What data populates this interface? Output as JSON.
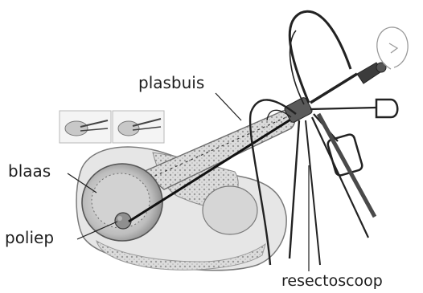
{
  "labels": {
    "plasbuis": "plasbuis",
    "blaas": "blaas",
    "poliep": "poliep",
    "resectoscoop": "resectoscoop"
  },
  "colors": {
    "ink": "#1e1e1e",
    "tissue_light": "#e4e4e4",
    "tissue_mid": "#c6c6c6",
    "tissue_dark": "#8a8a8a",
    "background": "#ffffff"
  },
  "icons": [
    "bladder-cross-section",
    "urethra-canal",
    "polyp",
    "resectoscope-instrument",
    "inset-thumbnail-1",
    "inset-thumbnail-2",
    "patient-head-sketch"
  ]
}
